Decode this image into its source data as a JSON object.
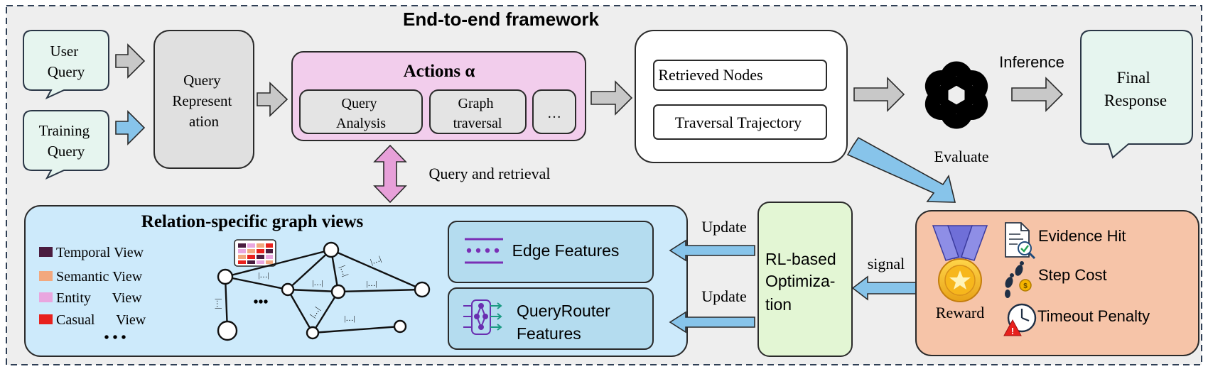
{
  "title": "End-to-end framework",
  "inputs": {
    "user_query": [
      "User",
      "Query"
    ],
    "training_query": [
      "Training",
      "Query"
    ]
  },
  "query_representation": [
    "Query",
    "Represent",
    "ation"
  ],
  "actions": {
    "title": "Actions α",
    "items": [
      [
        "Query",
        "Analysis"
      ],
      [
        "Graph",
        "traversal"
      ],
      [
        "…"
      ]
    ]
  },
  "retrieved": {
    "nodes": "Retrieved Nodes",
    "trajectory": "Traversal Trajectory"
  },
  "inference_label": "Inference",
  "final_response": [
    "Final",
    "Response"
  ],
  "evaluate_label": "Evaluate",
  "query_retrieval_label": "Query and retrieval",
  "graph_views": {
    "title": "Relation-specific graph views",
    "legend": [
      {
        "label": "Temporal View",
        "color": "#4a1c3f"
      },
      {
        "label": "Semantic View",
        "color": "#f2a87e"
      },
      {
        "label": "Entity      View",
        "color": "#e9a6df"
      },
      {
        "label": "Casual      View",
        "color": "#e8211d"
      }
    ],
    "legend_more": "• • •",
    "graph_more": "•••",
    "edge_label": "|…|"
  },
  "features": {
    "edge": "Edge Features",
    "router": [
      "QueryRouter",
      "Features"
    ]
  },
  "update_label": "Update",
  "rl_optimization": [
    "RL-based",
    "Optimiza-",
    "tion"
  ],
  "signal_label": "signal",
  "reward": {
    "label": "Reward",
    "items": [
      "Evidence Hit",
      "Step Cost",
      "Timeout Penalty"
    ]
  },
  "colors": {
    "frame_bg": "#eeeeee",
    "actions_fill": "#f2cdec",
    "graph_fill": "#cdeafb",
    "rl_fill": "#e3f6d4",
    "reward_fill": "#f6c4a8",
    "bubble_fill": "#e6f5ef",
    "grey_arrow": "#c8c8c8",
    "blue_arrow": "#87c4ea",
    "pink_arrow": "#e7a0d9"
  }
}
